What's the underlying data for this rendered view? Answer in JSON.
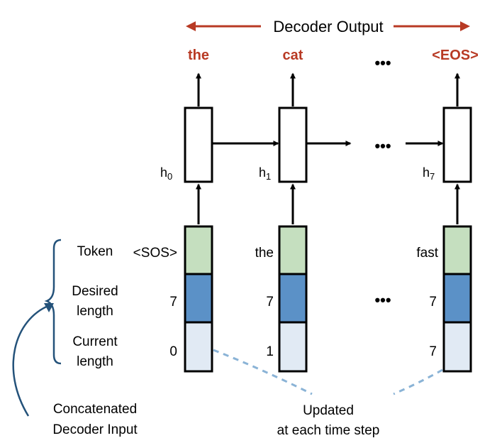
{
  "header": {
    "label": "Decoder Output"
  },
  "outputs": [
    "the",
    "cat",
    "<EOS>"
  ],
  "hidden_states": [
    "h0",
    "h1",
    "h7"
  ],
  "ellipsis": "•••",
  "input_fields": {
    "token_label": "Token",
    "desired_label_line1": "Desired",
    "desired_label_line2": "length",
    "current_label_line1": "Current",
    "current_label_line2": "length"
  },
  "inputs": [
    {
      "token": "<SOS>",
      "desired": "7",
      "current": "0"
    },
    {
      "token": "the",
      "desired": "7",
      "current": "1"
    },
    {
      "token": "fast",
      "desired": "7",
      "current": "7"
    }
  ],
  "notes": {
    "concatenated_line1": "Concatenated",
    "concatenated_line2": "Decoder Input",
    "updated_line1": "Updated",
    "updated_line2": "at each time step"
  },
  "colors": {
    "accent_red": "#b83a24",
    "token_green": "#c5dfbf",
    "desired_blue": "#5b91c7",
    "current_lightblue": "#e1eaf4",
    "brace_blue": "#24527a",
    "dashed_blue": "#8ab3d6"
  }
}
